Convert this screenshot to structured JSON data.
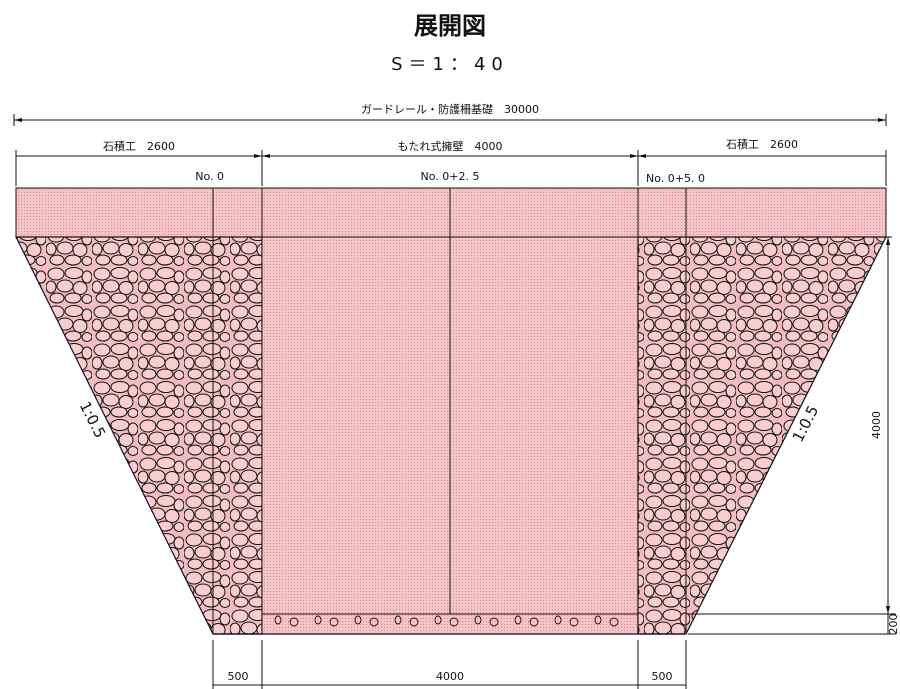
{
  "drawing": {
    "title": "展開図",
    "scale": "S＝1：40",
    "overall_dimension": "ガードレール・防護柵基礎　30000",
    "left_section": "石積工　2600",
    "center_section": "もたれ式擁壁　4000",
    "right_section": "石積工　2600",
    "stations": {
      "left": "No. 0",
      "center": "No. 0+2. 5",
      "right": "No. 0+5. 0"
    },
    "slope_left": "1:0.5",
    "slope_right": "1:0.5",
    "height_dimension": "4000",
    "base_dimension": "200",
    "bottom_dimensions": {
      "left": "500",
      "center": "4000",
      "right": "500"
    }
  },
  "colors": {
    "fill": "#f7c6c8",
    "line": "#111111"
  }
}
